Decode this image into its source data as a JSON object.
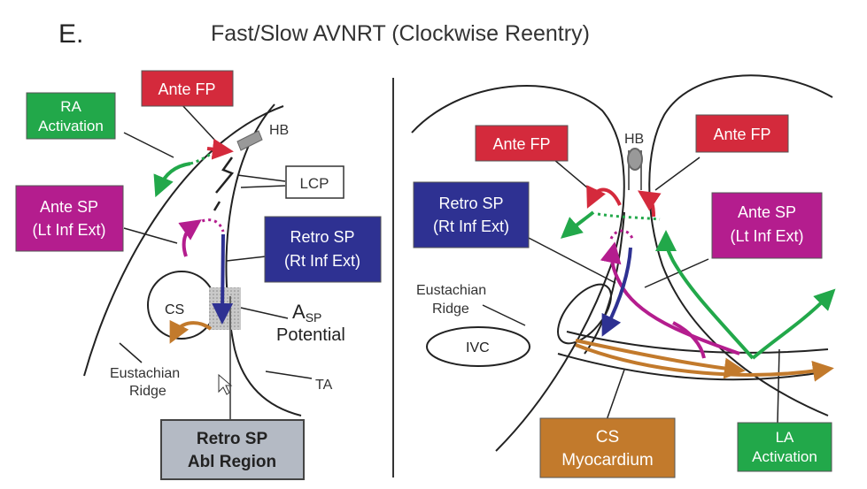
{
  "panel_letter": "E.",
  "title": "Fast/Slow AVNRT (Clockwise Reentry)",
  "colors": {
    "red": "#d42a3c",
    "green": "#22a84a",
    "magenta": "#b41d8e",
    "blue": "#2e3192",
    "orange": "#c27a2c",
    "gray_box": "#b4bac4",
    "line": "#222222"
  },
  "left": {
    "ra_activation": [
      "RA",
      "Activation"
    ],
    "ante_fp": "Ante FP",
    "hb": "HB",
    "lcp": "LCP",
    "ante_sp": [
      "Ante SP",
      "(Lt Inf Ext)"
    ],
    "retro_sp": [
      "Retro SP",
      "(Rt Inf Ext)"
    ],
    "cs": "CS",
    "asp_a": "A",
    "asp_sub": "SP",
    "asp_potential": "Potential",
    "eustachian_ridge": [
      "Eustachian",
      "Ridge"
    ],
    "ta": "TA",
    "abl_region": [
      "Retro SP",
      "Abl Region"
    ]
  },
  "right": {
    "hb": "HB",
    "ante_fp_left": "Ante FP",
    "ante_fp_right": "Ante FP",
    "retro_sp": [
      "Retro SP",
      "(Rt Inf Ext)"
    ],
    "ante_sp": [
      "Ante SP",
      "(Lt Inf Ext)"
    ],
    "eustachian_ridge": [
      "Eustachian",
      "Ridge"
    ],
    "ivc": "IVC",
    "cs_myocardium": [
      "CS",
      "Myocardium"
    ],
    "la_activation": [
      "LA",
      "Activation"
    ]
  }
}
